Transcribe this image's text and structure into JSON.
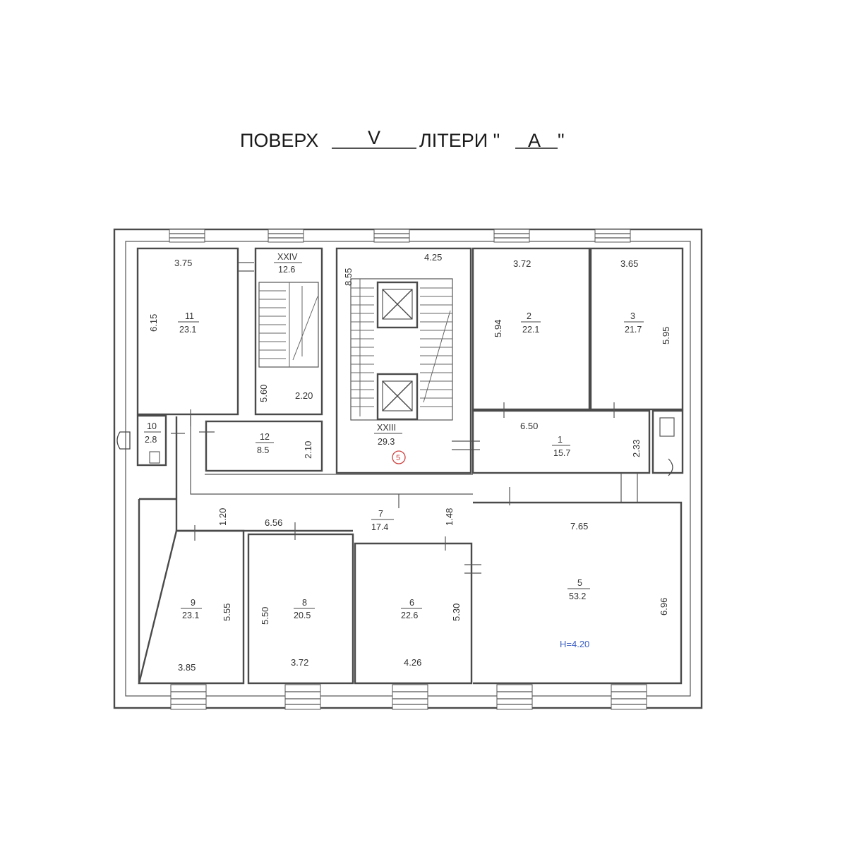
{
  "title": {
    "prefix": "ПОВЕРХ",
    "floor": "V",
    "middle": "ЛІТЕРИ \"",
    "letter": "А",
    "suffix": "\""
  },
  "rooms": {
    "r11": {
      "num": "11",
      "area": "23.1",
      "width": "3.75",
      "length": "6.15"
    },
    "rXXIV": {
      "num": "XXIV",
      "area": "12.6",
      "width": "2.20",
      "length": "5.60"
    },
    "rXXIII": {
      "num": "XXIII",
      "area": "29.3",
      "width": "4.25",
      "length": "8.55",
      "marker": "5"
    },
    "r2": {
      "num": "2",
      "area": "22.1",
      "width": "3.72",
      "length": "5.94"
    },
    "r3": {
      "num": "3",
      "area": "21.7",
      "width": "3.65",
      "length": "5.95"
    },
    "r10": {
      "num": "10",
      "area": "2.8"
    },
    "r12": {
      "num": "12",
      "area": "8.5",
      "length": "2.10"
    },
    "r1": {
      "num": "1",
      "area": "15.7",
      "width": "6.50",
      "length": "2.33"
    },
    "r7": {
      "num": "7",
      "area": "17.4",
      "width": "6.56",
      "length": "1.48",
      "aux": "1.20"
    },
    "r9": {
      "num": "9",
      "area": "23.1",
      "width": "3.85",
      "length": "5.55"
    },
    "r8": {
      "num": "8",
      "area": "20.5",
      "width": "3.72",
      "length": "5.50"
    },
    "r6": {
      "num": "6",
      "area": "22.6",
      "width": "4.26",
      "length": "5.30"
    },
    "r5": {
      "num": "5",
      "area": "53.2",
      "width": "7.65",
      "length": "6.96",
      "height": "H=4.20"
    }
  },
  "colors": {
    "wall": "#4a4a4a",
    "text": "#333333",
    "height_label": "#3b5fc4",
    "marker": "#d04040"
  }
}
